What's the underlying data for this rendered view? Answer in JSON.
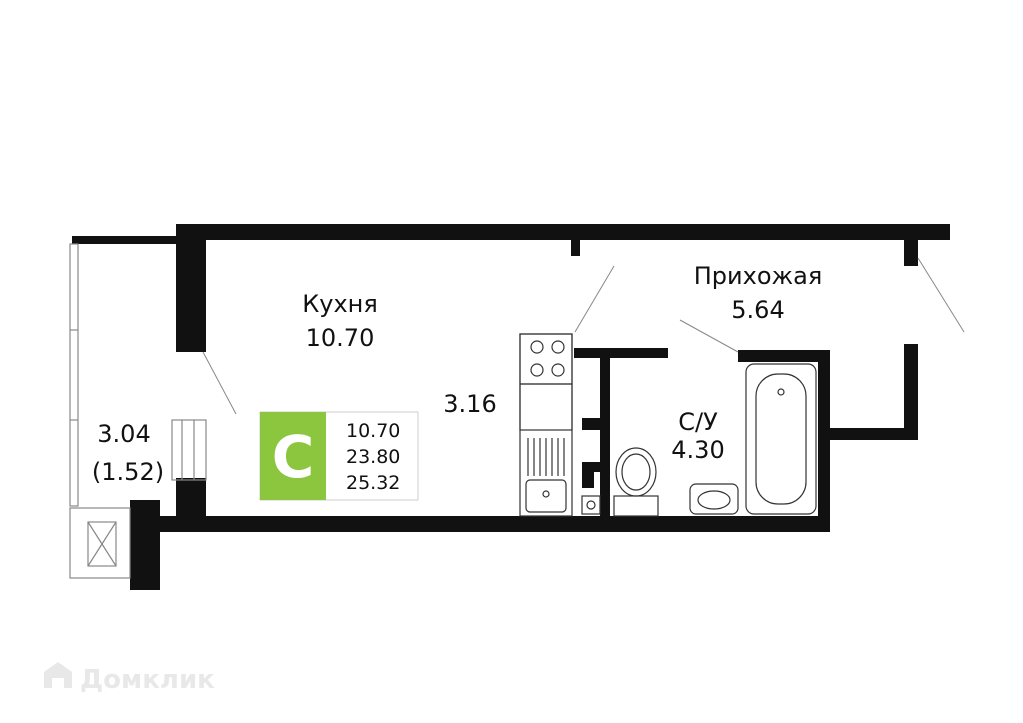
{
  "rooms": {
    "kitchen": {
      "name": "Кухня",
      "area": "10.70"
    },
    "hallway": {
      "name": "Прихожая",
      "area": "5.64"
    },
    "bathroom": {
      "name": "С/У",
      "area": "4.30"
    },
    "loggia": {
      "area": "3.04",
      "reduced": "(1.52)"
    },
    "niche": {
      "area": "3.16"
    }
  },
  "legend": {
    "badge_letter": "C",
    "badge_color": "#8cc63f",
    "living_area": "10.70",
    "total_area": "23.80",
    "total_with_loggia": "25.32"
  },
  "watermark": {
    "text": "Домклик"
  },
  "colors": {
    "wall": "#111111",
    "thin_line": "#888888",
    "fixture": "#333333"
  }
}
